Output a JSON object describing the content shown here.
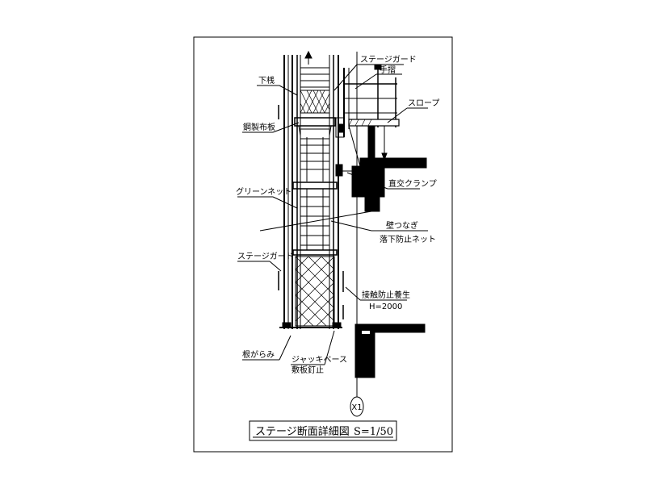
{
  "labels": {
    "stage_guard_top": "ステージガード",
    "handrail": "手摺",
    "lower_rail": "下桟",
    "slope": "スロープ",
    "steel_board": "鋼製布板",
    "green_net": "グリーンネット",
    "fixed_clamp": "直交クランプ",
    "wall_tie": "壁つなぎ",
    "fall_net": "落下防止ネット",
    "stage_guard": "ステージガード",
    "contact_guard": "接触防止養生",
    "contact_guard_height": "H=2000",
    "base_brace": "根がらみ",
    "jack_base": "ジャッキベース",
    "sleeper": "敷板釘止",
    "grid_marker": "X1"
  },
  "title": {
    "text": "ステージ断面詳細図",
    "scale": "S=1/50"
  }
}
